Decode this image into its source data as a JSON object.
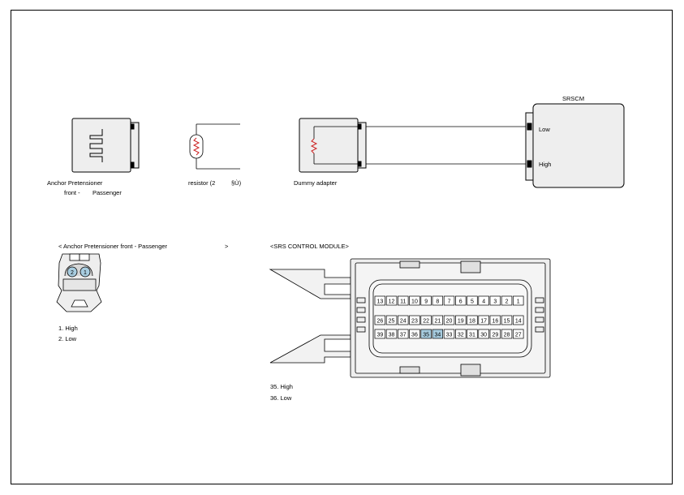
{
  "components": {
    "anchor_pretensioner": {
      "label_line1": "Anchor Pretensioner",
      "label_line2_a": "front -",
      "label_line2_b": "Passenger"
    },
    "resistor": {
      "label_a": "resistor (2",
      "label_b": "§Ù)"
    },
    "dummy_adapter": {
      "label": "Dummy adapter"
    },
    "srscm": {
      "title": "SRSCM",
      "pin_low": "Low",
      "pin_high": "High"
    }
  },
  "connector_anchor": {
    "title": "< Anchor Pretensioner front - Passenger",
    "title_end": ">",
    "pin_labels": [
      "2",
      "1"
    ],
    "pins": [
      "1. High",
      "2. Low"
    ]
  },
  "connector_srs": {
    "title": "<SRS CONTROL MODULE>",
    "rows": [
      [
        "13",
        "12",
        "11",
        "10",
        "9",
        "8",
        "7",
        "6",
        "5",
        "4",
        "3",
        "2",
        "1"
      ],
      [
        "26",
        "25",
        "24",
        "23",
        "22",
        "21",
        "20",
        "19",
        "18",
        "17",
        "16",
        "15",
        "14"
      ],
      [
        "39",
        "38",
        "37",
        "36",
        "35",
        "34",
        "33",
        "32",
        "31",
        "30",
        "29",
        "28",
        "27"
      ]
    ],
    "highlighted": [
      "35",
      "34"
    ],
    "pins": [
      "35. High",
      "36. Low"
    ]
  },
  "colors": {
    "line": "#000000",
    "fill_light": "#eeeeee",
    "highlight": "#a8cde0",
    "resistor": "#cc2222"
  }
}
